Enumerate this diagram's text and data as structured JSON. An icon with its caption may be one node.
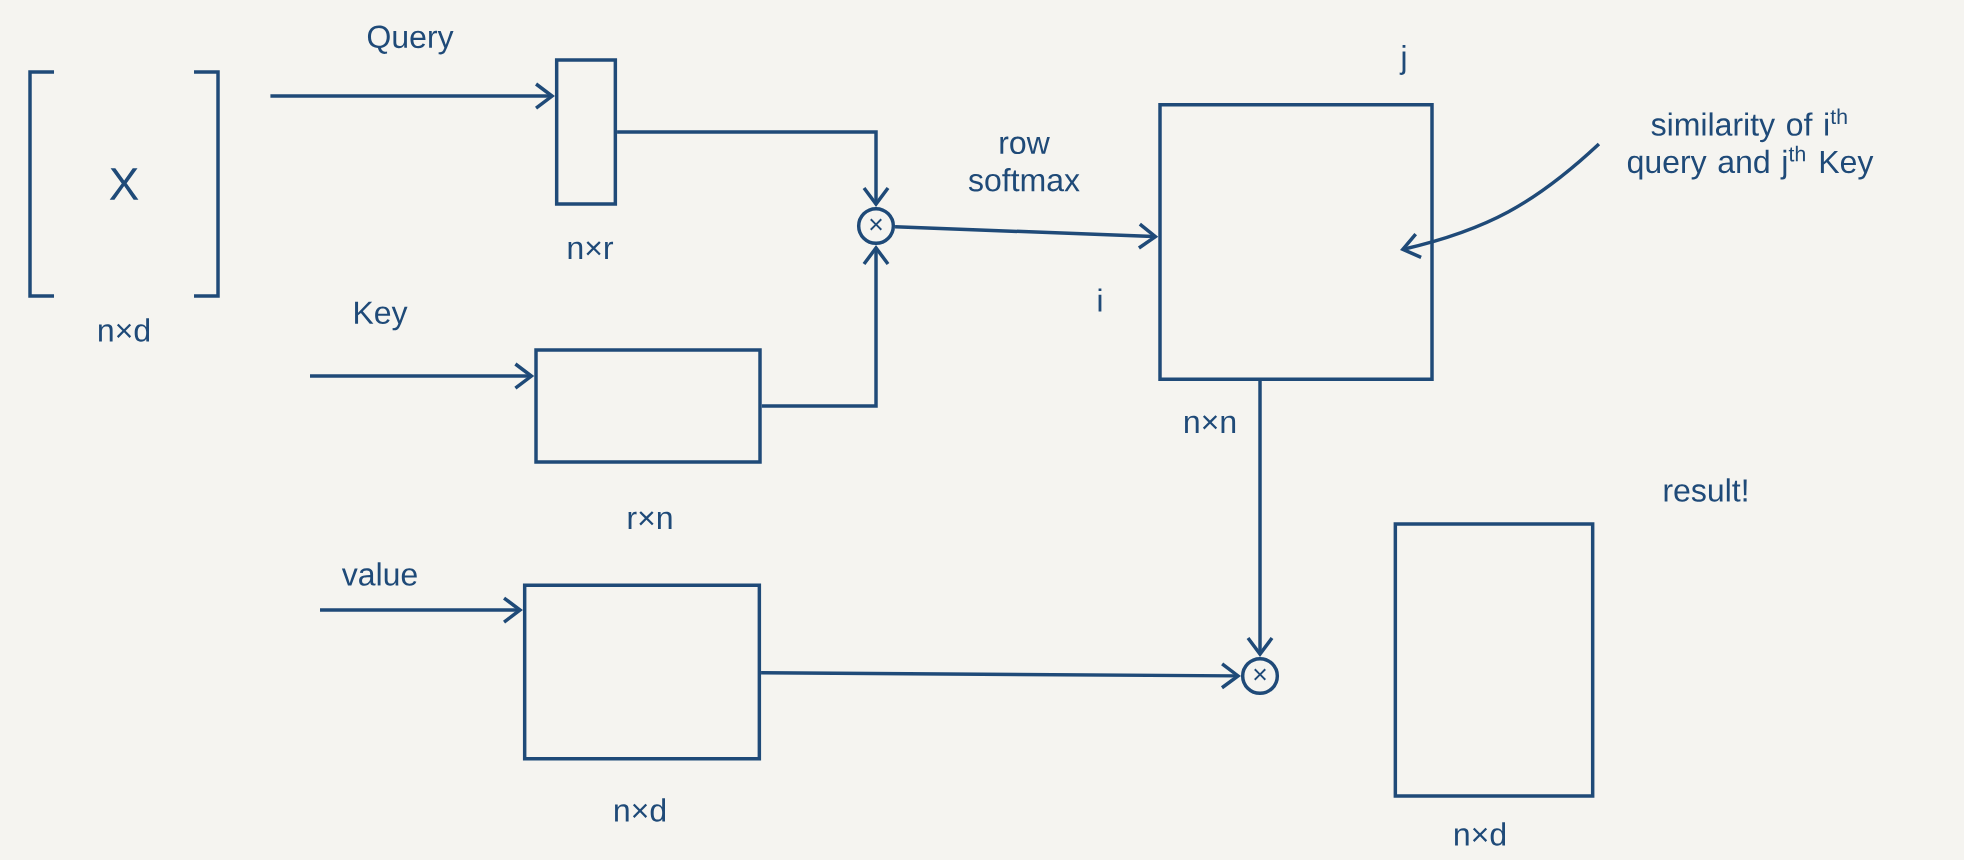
{
  "diagram": {
    "nodes": [
      {
        "text": [
          "X"
        ],
        "beside": [
          "n×d"
        ]
      },
      {
        "text": [],
        "shape": "box",
        "beside": [
          "n×r"
        ]
      },
      {
        "text": [],
        "shape": "box",
        "beside": [
          "r×n"
        ]
      },
      {
        "text": [
          "×"
        ]
      },
      {
        "text": [],
        "shape": "box",
        "beside": [
          "n×n"
        ]
      },
      {
        "text": [
          "similarity of i$^{th}$ query and j$^{th}$ Key"
        ]
      },
      {
        "text": [],
        "shape": "box",
        "beside": [
          "n×d"
        ]
      },
      {
        "text": [
          "×"
        ]
      },
      {
        "text": [],
        "shape": "box",
        "beside": [
          "result!",
          "n×d"
        ]
      }
    ],
    "edges": [
      {
        "from": 0,
        "to": 1,
        "arrow": "to",
        "label": "Query"
      },
      {
        "from": null,
        "to": 2,
        "arrow": "to",
        "label": "Key"
      },
      {
        "from": 1,
        "to": 3,
        "arrow": "to"
      },
      {
        "from": 2,
        "to": 3,
        "arrow": "to"
      },
      {
        "from": 3,
        "to": 4,
        "arrow": "to",
        "label": "row softmax"
      },
      {
        "from": 5,
        "to": 4,
        "arrow": "to"
      },
      {
        "from": null,
        "to": 6,
        "arrow": "to",
        "label": "value"
      },
      {
        "from": 4,
        "to": 7,
        "arrow": "to"
      },
      {
        "from": 6,
        "to": 7,
        "arrow": "to"
      }
    ],
    "labels": [
      "j",
      "i"
    ]
  }
}
